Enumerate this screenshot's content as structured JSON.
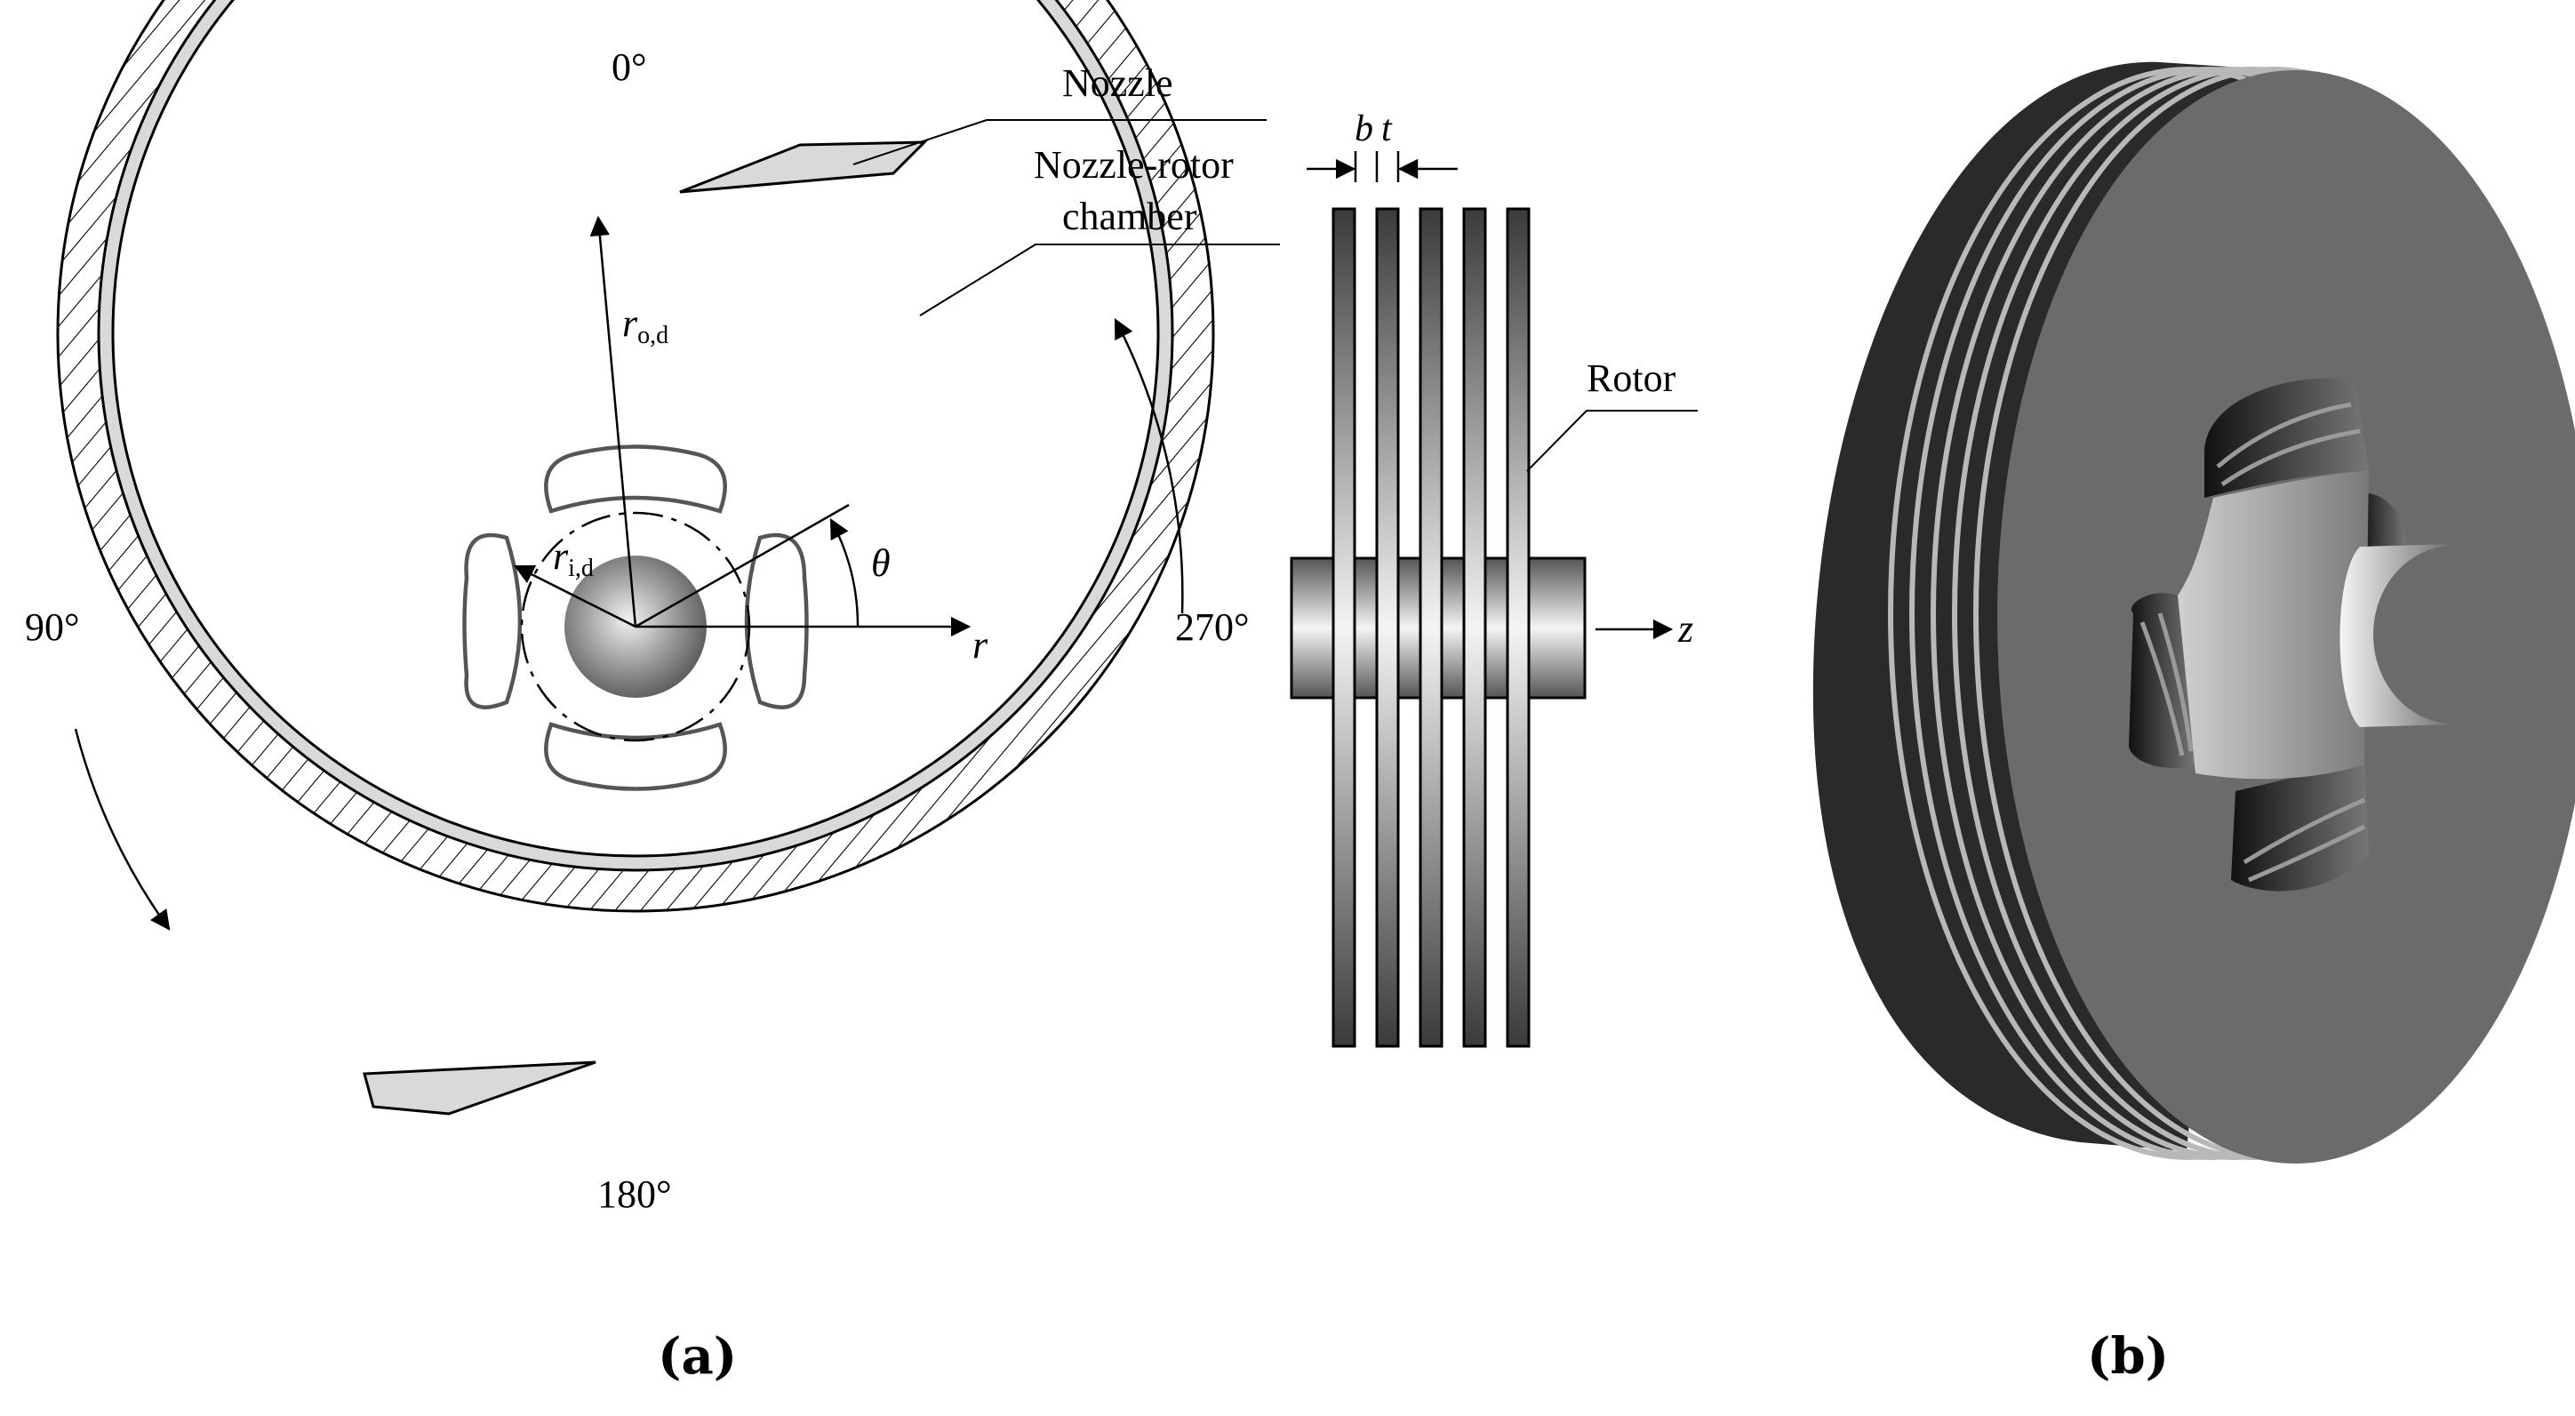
{
  "labels": {
    "zero_deg": "0°",
    "ninety_deg": "90°",
    "one_eighty_deg": "180°",
    "two_seventy_deg": "270°",
    "nozzle": "Nozzle",
    "nozzle_rotor_line1": "Nozzle-rotor",
    "nozzle_rotor_line2": "chamber",
    "rotor": "Rotor",
    "r_outer_main": "r",
    "r_outer_sub": "o,d",
    "r_inner_main": "r",
    "r_inner_sub": "i,d",
    "theta": "θ",
    "r_axis": "r",
    "z_axis": "z",
    "b": "b",
    "t": "t"
  },
  "panels": {
    "a": "(a)",
    "b": "(b)"
  },
  "rotor_side": {
    "disc_count": 5
  },
  "rotor_3d": {
    "rib_count": 5
  },
  "colors": {
    "line": "#000000",
    "gap_fill": "#d9d9d9",
    "body_gray": "#6b6b6b",
    "port_outline": "#555555"
  }
}
